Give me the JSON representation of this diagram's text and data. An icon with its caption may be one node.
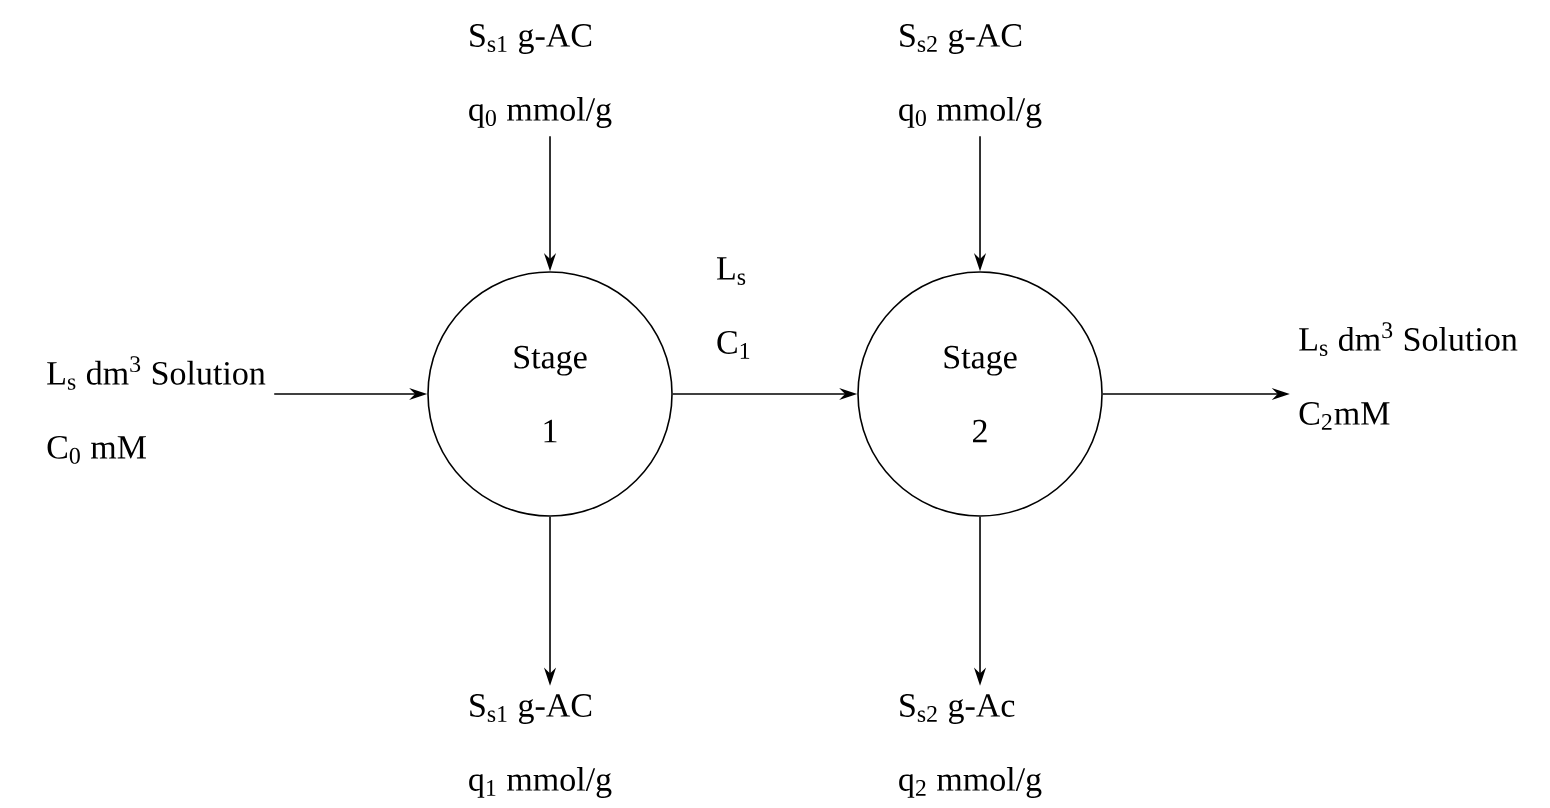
{
  "diagram": {
    "nodes": [
      {
        "text": [
          "Stage 1"
        ]
      },
      {
        "text": [
          "Stage 2"
        ]
      },
      {
        "text": [
          "S$_{s1}$ g-AC",
          "q$_{0}$ mmol/g"
        ]
      },
      {
        "text": [
          "S$_{s2}$ g-AC",
          "q$_{0}$ mmol/g"
        ]
      },
      {
        "text": [
          "L$_{s}$ dm$^{3}$ Solution",
          "C$_{0}$ mM"
        ]
      },
      {
        "text": [
          "L$_{s}$ dm$^{3}$ Solution",
          "C$_{2}$mM"
        ]
      },
      {
        "text": [
          "S$_{s1}$ g-AC",
          "q$_{1}$ mmol/g"
        ]
      },
      {
        "text": [
          "S$_{s2}$ g-Ac",
          "q$_{2}$ mmol/g"
        ]
      }
    ],
    "edges": [
      {
        "from": 2,
        "to": 0,
        "arrow": "to"
      },
      {
        "from": 4,
        "to": 0,
        "arrow": "to"
      },
      {
        "from": 0,
        "to": 1,
        "arrow": "to",
        "label": "L$_{s}$ C$_{1}$"
      },
      {
        "from": 3,
        "to": 1,
        "arrow": "to"
      },
      {
        "from": 1,
        "to": 5,
        "arrow": "to"
      },
      {
        "from": 0,
        "to": 6,
        "arrow": "to"
      },
      {
        "from": 1,
        "to": 7,
        "arrow": "to"
      }
    ]
  }
}
